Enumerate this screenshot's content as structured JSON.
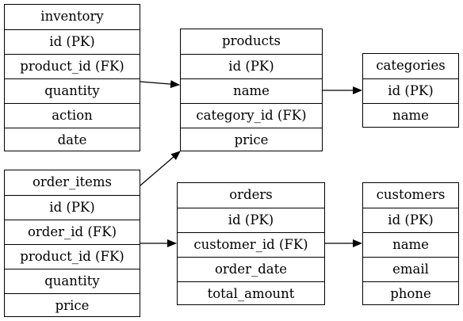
{
  "entities": {
    "inventory": {
      "title": "inventory",
      "fields": [
        "id (PK)",
        "product_id (FK)",
        "quantity",
        "action",
        "date"
      ]
    },
    "products": {
      "title": "products",
      "fields": [
        "id (PK)",
        "name",
        "category_id (FK)",
        "price"
      ]
    },
    "categories": {
      "title": "categories",
      "fields": [
        "id (PK)",
        "name"
      ]
    },
    "order_items": {
      "title": "order_items",
      "fields": [
        "id (PK)",
        "order_id (FK)",
        "product_id (FK)",
        "quantity",
        "price"
      ]
    },
    "orders": {
      "title": "orders",
      "fields": [
        "id (PK)",
        "customer_id (FK)",
        "order_date",
        "total_amount"
      ]
    },
    "customers": {
      "title": "customers",
      "fields": [
        "id (PK)",
        "name",
        "email",
        "phone"
      ]
    }
  },
  "relationships": [
    {
      "from": "inventory.quantity",
      "to": "products.name"
    },
    {
      "from": "products.name",
      "to": "categories.id (PK)"
    },
    {
      "from": "order_items.title",
      "to": "products.price"
    },
    {
      "from": "order_items.product_id (FK)",
      "to": "orders.customer_id (FK)"
    },
    {
      "from": "orders.customer_id (FK)",
      "to": "customers.name"
    }
  ],
  "colors": {
    "line": "#000000",
    "background": "#ffffff"
  }
}
